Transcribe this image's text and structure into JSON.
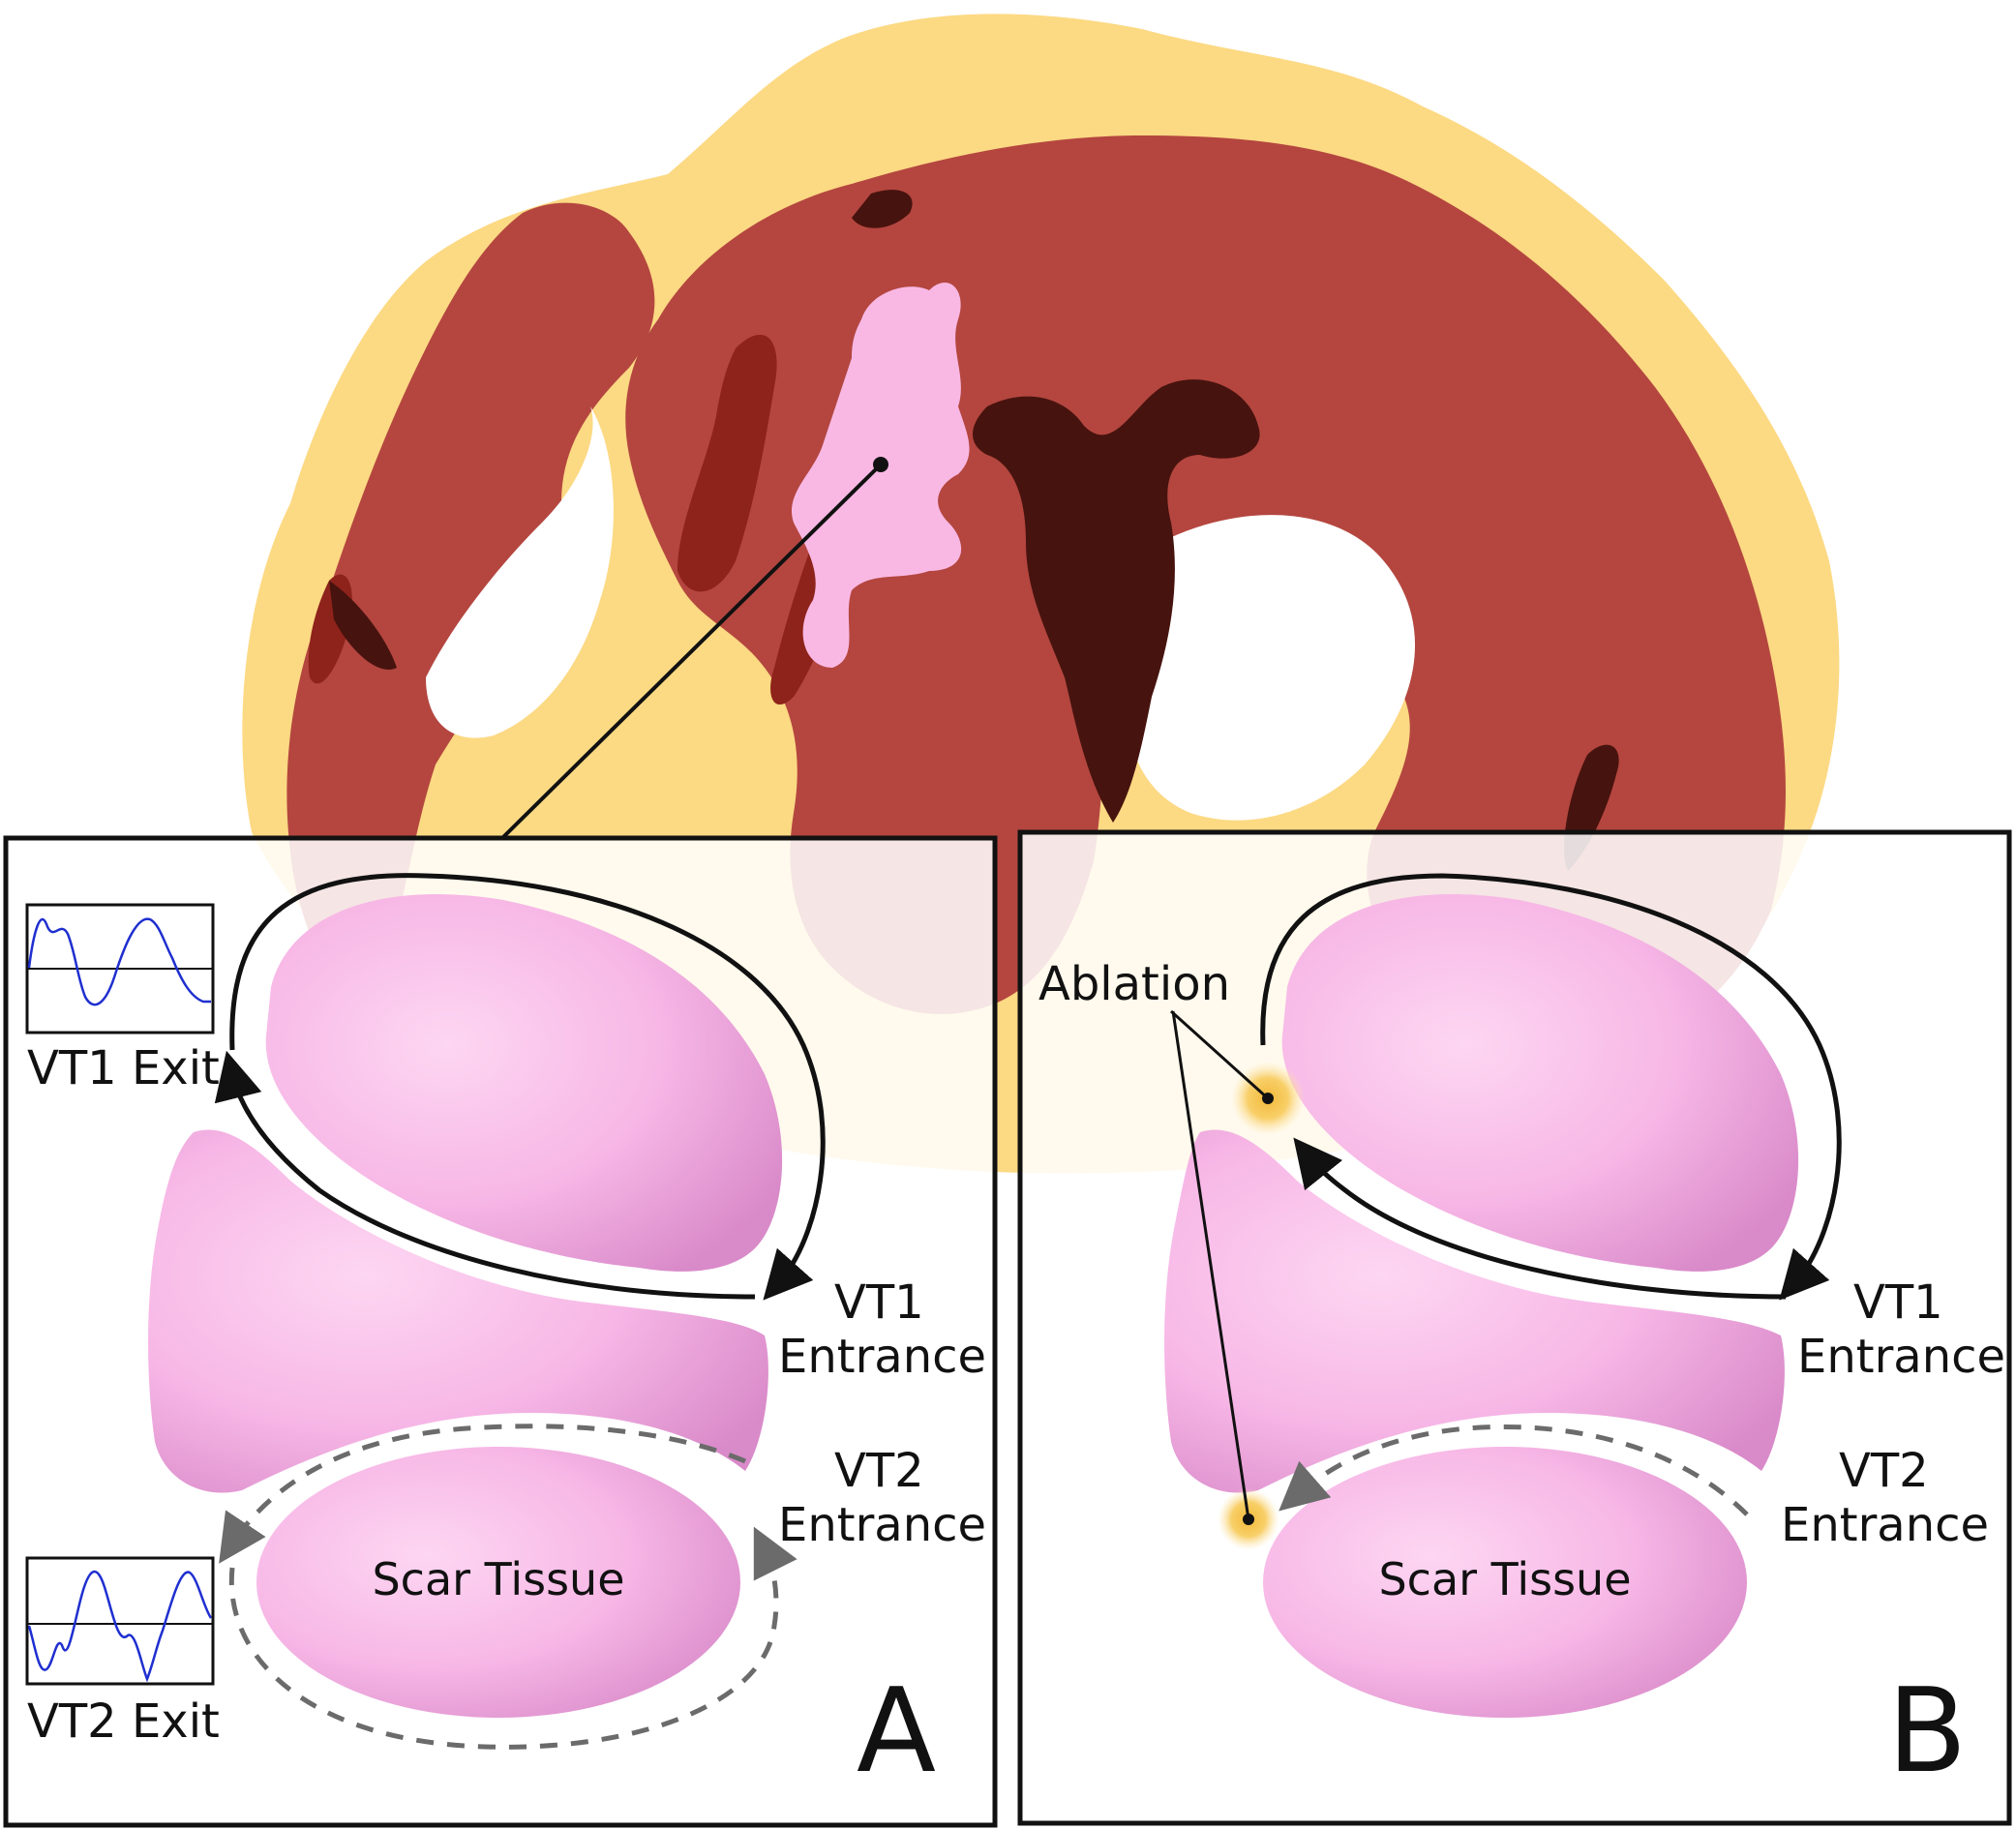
{
  "colors": {
    "fat": "#fcd983",
    "myocardium": "#b4463f",
    "dark_tissue": "#8e231b",
    "darkest_tissue": "#47130e",
    "scar_pink": "#f9bde9",
    "scar_shadow": "#d98ac9",
    "ablation": "#f6c648",
    "dashed_arrow": "#6b6b6b",
    "ecg_trace": "#1f2fd0",
    "panel_border": "#111111"
  },
  "panel_a": {
    "letter": "A",
    "vt1_exit": "VT1 Exit",
    "vt1_entrance_line1": "VT1",
    "vt1_entrance_line2": "Entrance",
    "vt2_entrance_line1": "VT2",
    "vt2_entrance_line2": "Entrance",
    "vt2_exit": "VT2 Exit",
    "scar_label": "Scar Tissue"
  },
  "panel_b": {
    "letter": "B",
    "ablation": "Ablation",
    "vt1_entrance_line1": "VT1",
    "vt1_entrance_line2": "Entrance",
    "vt2_entrance_line1": "VT2",
    "vt2_entrance_line2": "Entrance",
    "scar_label": "Scar Tissue"
  },
  "icons": [
    "heart-cross-section",
    "ecg-trace-vt1",
    "ecg-trace-vt2",
    "ablation-spot"
  ]
}
